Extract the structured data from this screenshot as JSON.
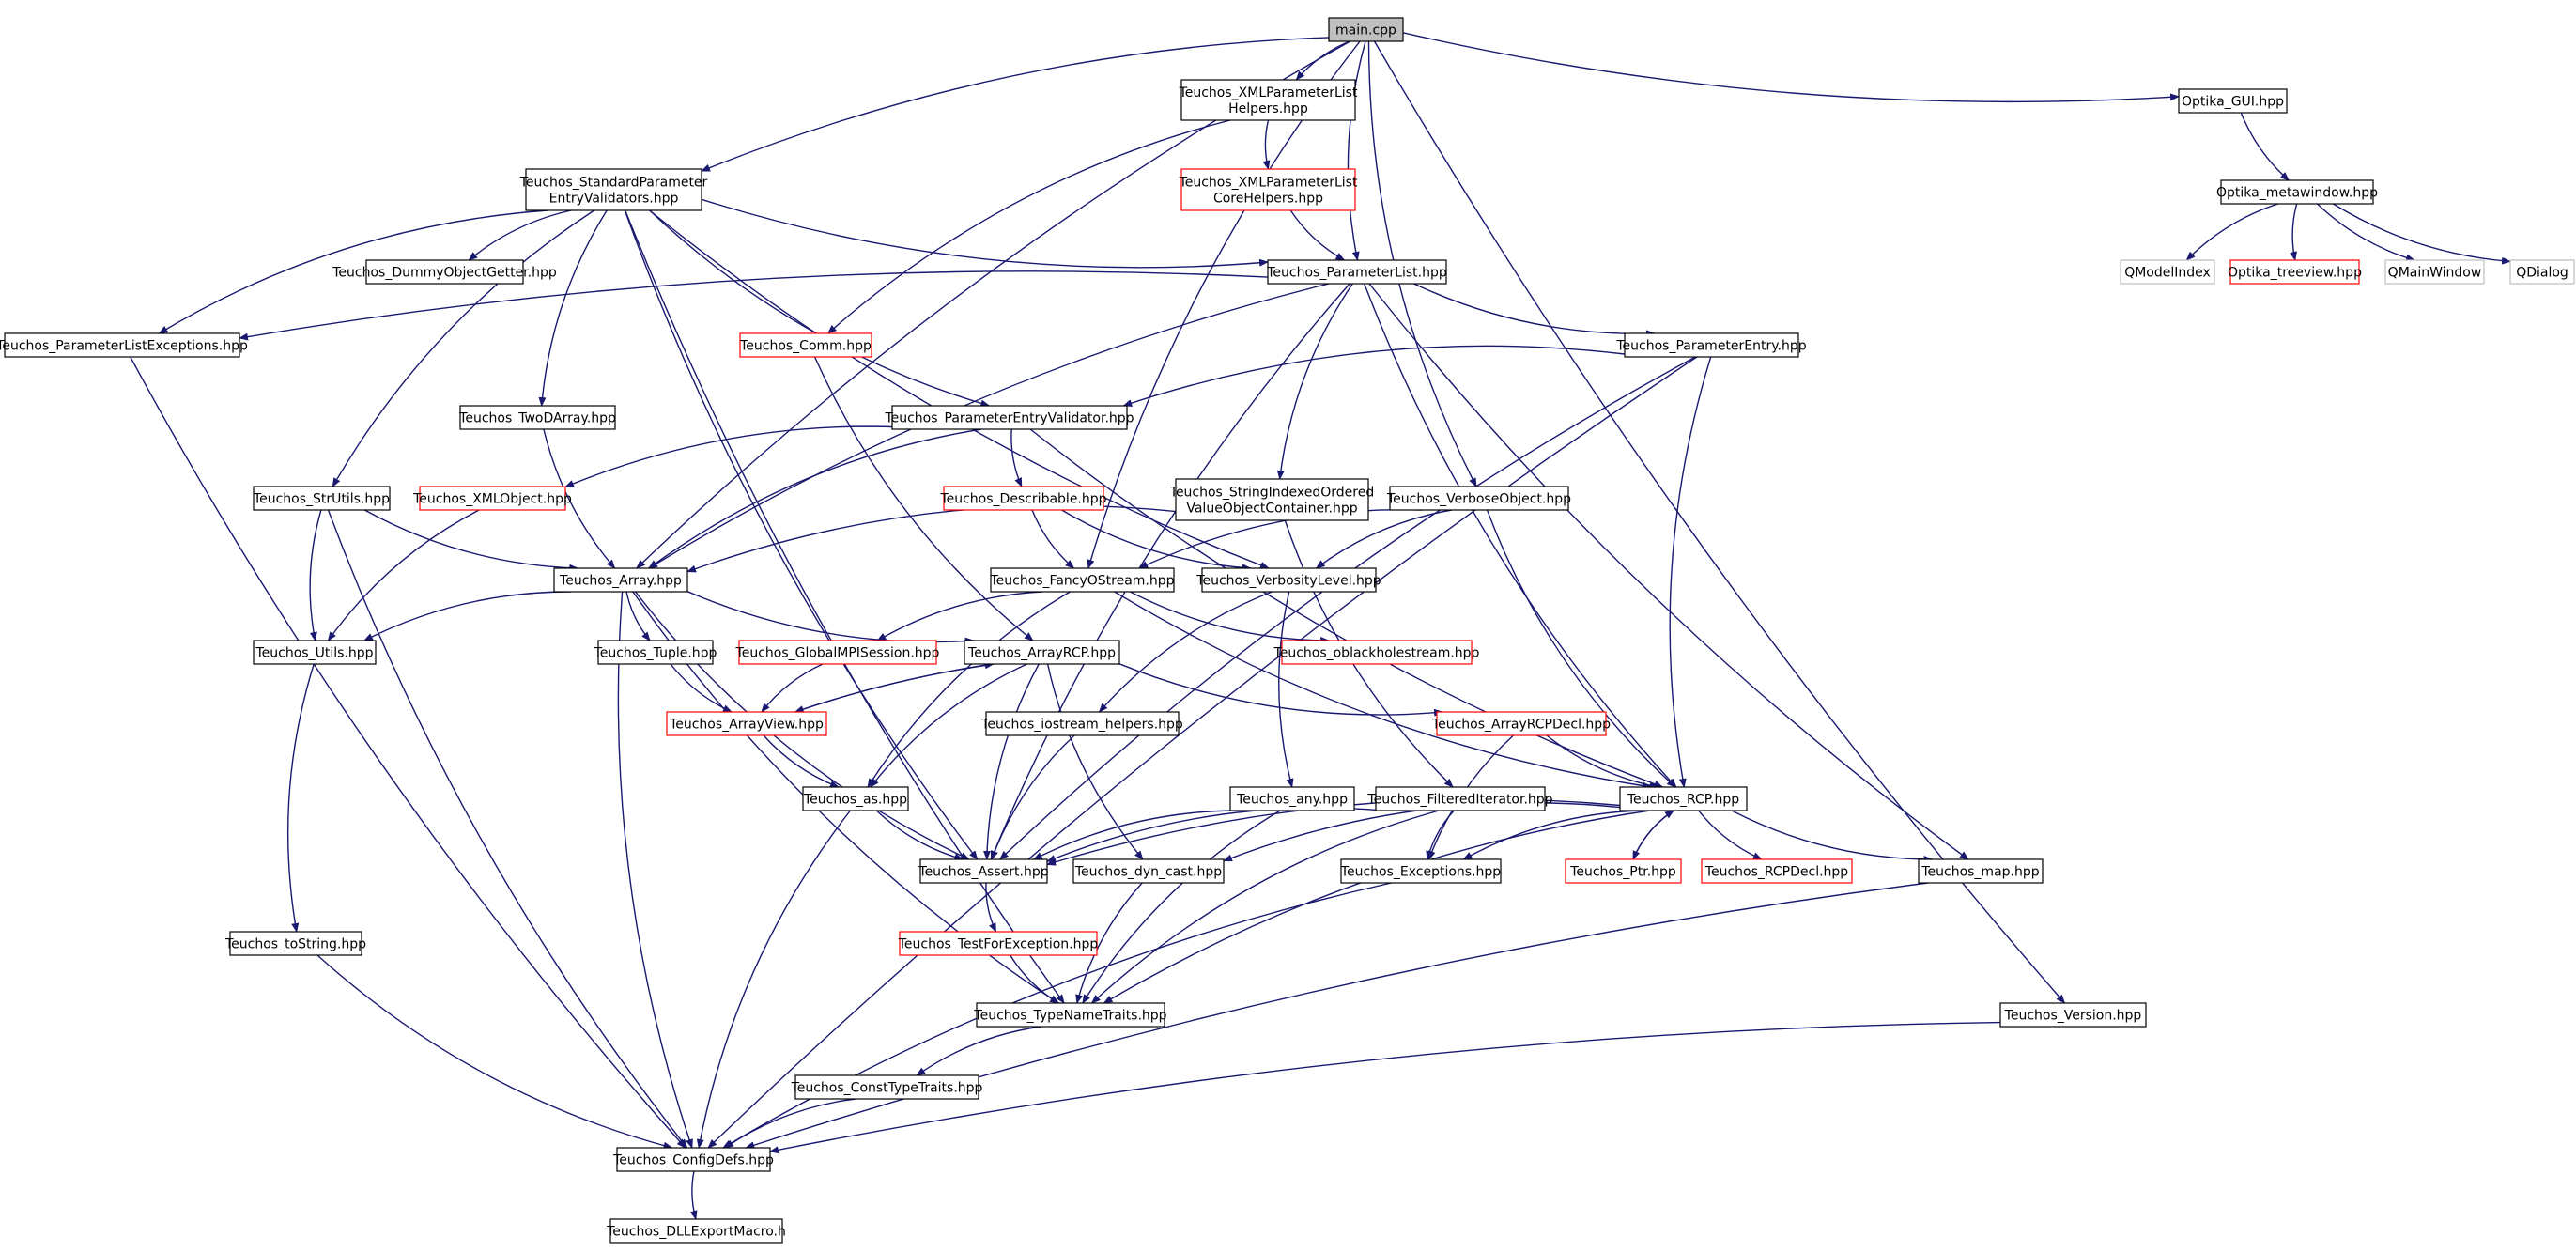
{
  "colors": {
    "edge": "#191970",
    "node_border_default": "#000000",
    "node_border_incomplete": "#ff0000",
    "node_border_external": "#bfbfbf",
    "root_fill": "#bfbfbf",
    "node_fill": "#ffffff"
  },
  "nodes": [
    {
      "id": "main",
      "lines": [
        "main.cpp"
      ],
      "style": "root"
    },
    {
      "id": "xmlhelpers",
      "lines": [
        "Teuchos_XMLParameterList",
        "Helpers.hpp"
      ],
      "style": "normal"
    },
    {
      "id": "optgui",
      "lines": [
        "Optika_GUI.hpp"
      ],
      "style": "normal"
    },
    {
      "id": "sepv",
      "lines": [
        "Teuchos_StandardParameter",
        "EntryValidators.hpp"
      ],
      "style": "normal"
    },
    {
      "id": "xmlcore",
      "lines": [
        "Teuchos_XMLParameterList",
        "CoreHelpers.hpp"
      ],
      "style": "incomplete"
    },
    {
      "id": "optmeta",
      "lines": [
        "Optika_metawindow.hpp"
      ],
      "style": "normal"
    },
    {
      "id": "dummy",
      "lines": [
        "Teuchos_DummyObjectGetter.hpp"
      ],
      "style": "normal"
    },
    {
      "id": "plist",
      "lines": [
        "Teuchos_ParameterList.hpp"
      ],
      "style": "normal"
    },
    {
      "id": "qmodel",
      "lines": [
        "QModelIndex"
      ],
      "style": "external"
    },
    {
      "id": "opttree",
      "lines": [
        "Optika_treeview.hpp"
      ],
      "style": "incomplete"
    },
    {
      "id": "qmain",
      "lines": [
        "QMainWindow"
      ],
      "style": "external"
    },
    {
      "id": "qdialog",
      "lines": [
        "QDialog"
      ],
      "style": "external"
    },
    {
      "id": "plexc",
      "lines": [
        "Teuchos_ParameterListExceptions.hpp"
      ],
      "style": "normal"
    },
    {
      "id": "comm",
      "lines": [
        "Teuchos_Comm.hpp"
      ],
      "style": "incomplete"
    },
    {
      "id": "pentry",
      "lines": [
        "Teuchos_ParameterEntry.hpp"
      ],
      "style": "normal"
    },
    {
      "id": "twod",
      "lines": [
        "Teuchos_TwoDArray.hpp"
      ],
      "style": "normal"
    },
    {
      "id": "pev",
      "lines": [
        "Teuchos_ParameterEntryValidator.hpp"
      ],
      "style": "normal"
    },
    {
      "id": "strutils",
      "lines": [
        "Teuchos_StrUtils.hpp"
      ],
      "style": "normal"
    },
    {
      "id": "xmlobj",
      "lines": [
        "Teuchos_XMLObject.hpp"
      ],
      "style": "incomplete"
    },
    {
      "id": "describ",
      "lines": [
        "Teuchos_Describable.hpp"
      ],
      "style": "incomplete"
    },
    {
      "id": "sioc",
      "lines": [
        "Teuchos_StringIndexedOrdered",
        "ValueObjectContainer.hpp"
      ],
      "style": "normal"
    },
    {
      "id": "verbobj",
      "lines": [
        "Teuchos_VerboseObject.hpp"
      ],
      "style": "normal"
    },
    {
      "id": "array",
      "lines": [
        "Teuchos_Array.hpp"
      ],
      "style": "normal"
    },
    {
      "id": "fancy",
      "lines": [
        "Teuchos_FancyOStream.hpp"
      ],
      "style": "normal"
    },
    {
      "id": "verblvl",
      "lines": [
        "Teuchos_VerbosityLevel.hpp"
      ],
      "style": "normal"
    },
    {
      "id": "utils",
      "lines": [
        "Teuchos_Utils.hpp"
      ],
      "style": "normal"
    },
    {
      "id": "tuple",
      "lines": [
        "Teuchos_Tuple.hpp"
      ],
      "style": "normal"
    },
    {
      "id": "gmpi",
      "lines": [
        "Teuchos_GlobalMPISession.hpp"
      ],
      "style": "incomplete"
    },
    {
      "id": "arcp",
      "lines": [
        "Teuchos_ArrayRCP.hpp"
      ],
      "style": "normal"
    },
    {
      "id": "oblack",
      "lines": [
        "Teuchos_oblackholestream.hpp"
      ],
      "style": "incomplete"
    },
    {
      "id": "aview",
      "lines": [
        "Teuchos_ArrayView.hpp"
      ],
      "style": "incomplete"
    },
    {
      "id": "iohelp",
      "lines": [
        "Teuchos_iostream_helpers.hpp"
      ],
      "style": "normal"
    },
    {
      "id": "arcpdecl",
      "lines": [
        "Teuchos_ArrayRCPDecl.hpp"
      ],
      "style": "incomplete"
    },
    {
      "id": "as",
      "lines": [
        "Teuchos_as.hpp"
      ],
      "style": "normal"
    },
    {
      "id": "any",
      "lines": [
        "Teuchos_any.hpp"
      ],
      "style": "normal"
    },
    {
      "id": "filt",
      "lines": [
        "Teuchos_FilteredIterator.hpp"
      ],
      "style": "normal"
    },
    {
      "id": "rcp",
      "lines": [
        "Teuchos_RCP.hpp"
      ],
      "style": "normal"
    },
    {
      "id": "assert",
      "lines": [
        "Teuchos_Assert.hpp"
      ],
      "style": "normal"
    },
    {
      "id": "dyncast",
      "lines": [
        "Teuchos_dyn_cast.hpp"
      ],
      "style": "normal"
    },
    {
      "id": "excs",
      "lines": [
        "Teuchos_Exceptions.hpp"
      ],
      "style": "normal"
    },
    {
      "id": "ptr",
      "lines": [
        "Teuchos_Ptr.hpp"
      ],
      "style": "incomplete"
    },
    {
      "id": "rcpdecl",
      "lines": [
        "Teuchos_RCPDecl.hpp"
      ],
      "style": "incomplete"
    },
    {
      "id": "map",
      "lines": [
        "Teuchos_map.hpp"
      ],
      "style": "normal"
    },
    {
      "id": "tostr",
      "lines": [
        "Teuchos_toString.hpp"
      ],
      "style": "normal"
    },
    {
      "id": "tfe",
      "lines": [
        "Teuchos_TestForException.hpp"
      ],
      "style": "incomplete"
    },
    {
      "id": "tnt",
      "lines": [
        "Teuchos_TypeNameTraits.hpp"
      ],
      "style": "normal"
    },
    {
      "id": "version",
      "lines": [
        "Teuchos_Version.hpp"
      ],
      "style": "normal"
    },
    {
      "id": "ctt",
      "lines": [
        "Teuchos_ConstTypeTraits.hpp"
      ],
      "style": "normal"
    },
    {
      "id": "cdefs",
      "lines": [
        "Teuchos_ConfigDefs.hpp"
      ],
      "style": "normal"
    },
    {
      "id": "dll",
      "lines": [
        "Teuchos_DLLExportMacro.h"
      ],
      "style": "normal"
    }
  ],
  "edges": [
    [
      "main",
      "xmlhelpers"
    ],
    [
      "main",
      "optgui"
    ],
    [
      "main",
      "sepv"
    ],
    [
      "main",
      "plist"
    ],
    [
      "main",
      "array"
    ],
    [
      "main",
      "fancy"
    ],
    [
      "main",
      "verbobj"
    ],
    [
      "main",
      "version"
    ],
    [
      "xmlhelpers",
      "xmlcore"
    ],
    [
      "xmlhelpers",
      "comm"
    ],
    [
      "xmlcore",
      "plist"
    ],
    [
      "optgui",
      "optmeta"
    ],
    [
      "optmeta",
      "qmodel"
    ],
    [
      "optmeta",
      "opttree"
    ],
    [
      "optmeta",
      "qmain"
    ],
    [
      "optmeta",
      "qdialog"
    ],
    [
      "sepv",
      "dummy"
    ],
    [
      "sepv",
      "plist"
    ],
    [
      "sepv",
      "plexc"
    ],
    [
      "sepv",
      "twod"
    ],
    [
      "sepv",
      "pev"
    ],
    [
      "sepv",
      "strutils"
    ],
    [
      "sepv",
      "verblvl"
    ],
    [
      "sepv",
      "assert"
    ],
    [
      "sepv",
      "tnt"
    ],
    [
      "plist",
      "plexc"
    ],
    [
      "plist",
      "pentry"
    ],
    [
      "plist",
      "array"
    ],
    [
      "plist",
      "sioc"
    ],
    [
      "plist",
      "rcp"
    ],
    [
      "plist",
      "map"
    ],
    [
      "plist",
      "assert"
    ],
    [
      "pentry",
      "pev"
    ],
    [
      "pentry",
      "rcp"
    ],
    [
      "pentry",
      "cdefs"
    ],
    [
      "pentry",
      "assert"
    ],
    [
      "pev",
      "xmlobj"
    ],
    [
      "pev",
      "describ"
    ],
    [
      "pev",
      "array"
    ],
    [
      "pev",
      "rcp"
    ],
    [
      "comm",
      "arcp"
    ],
    [
      "twod",
      "array"
    ],
    [
      "strutils",
      "array"
    ],
    [
      "strutils",
      "utils"
    ],
    [
      "strutils",
      "cdefs"
    ],
    [
      "xmlobj",
      "utils"
    ],
    [
      "describ",
      "fancy"
    ],
    [
      "describ",
      "verblvl"
    ],
    [
      "sioc",
      "array"
    ],
    [
      "sioc",
      "filt"
    ],
    [
      "verbobj",
      "fancy"
    ],
    [
      "verbobj",
      "verblvl"
    ],
    [
      "verbobj",
      "rcp"
    ],
    [
      "array",
      "utils"
    ],
    [
      "array",
      "tuple"
    ],
    [
      "array",
      "arcp"
    ],
    [
      "array",
      "assert"
    ],
    [
      "array",
      "tnt"
    ],
    [
      "array",
      "cdefs"
    ],
    [
      "fancy",
      "gmpi"
    ],
    [
      "fancy",
      "oblack"
    ],
    [
      "fancy",
      "rcp"
    ],
    [
      "fancy",
      "as"
    ],
    [
      "verblvl",
      "iohelp"
    ],
    [
      "verblvl",
      "any"
    ],
    [
      "utils",
      "tostr"
    ],
    [
      "tuple",
      "aview"
    ],
    [
      "gmpi",
      "aview"
    ],
    [
      "arcp",
      "aview"
    ],
    [
      "aview",
      "arcp"
    ],
    [
      "arcp",
      "as"
    ],
    [
      "arcp",
      "assert"
    ],
    [
      "arcp",
      "arcpdecl"
    ],
    [
      "arcp",
      "dyncast"
    ],
    [
      "aview",
      "as"
    ],
    [
      "iohelp",
      "assert"
    ],
    [
      "arcpdecl",
      "rcp"
    ],
    [
      "arcpdecl",
      "excs"
    ],
    [
      "as",
      "assert"
    ],
    [
      "as",
      "cdefs"
    ],
    [
      "any",
      "assert"
    ],
    [
      "any",
      "tnt"
    ],
    [
      "filt",
      "excs"
    ],
    [
      "filt",
      "assert"
    ],
    [
      "filt",
      "tnt"
    ],
    [
      "rcp",
      "assert"
    ],
    [
      "rcp",
      "dyncast"
    ],
    [
      "rcp",
      "excs"
    ],
    [
      "rcp",
      "ptr"
    ],
    [
      "ptr",
      "rcp"
    ],
    [
      "rcp",
      "rcpdecl"
    ],
    [
      "rcp",
      "map"
    ],
    [
      "rcp",
      "tnt"
    ],
    [
      "assert",
      "tfe"
    ],
    [
      "tfe",
      "tnt"
    ],
    [
      "dyncast",
      "tnt"
    ],
    [
      "excs",
      "cdefs"
    ],
    [
      "map",
      "cdefs"
    ],
    [
      "tostr",
      "cdefs"
    ],
    [
      "plexc",
      "cdefs"
    ],
    [
      "tnt",
      "ctt"
    ],
    [
      "ctt",
      "cdefs"
    ],
    [
      "version",
      "cdefs"
    ],
    [
      "cdefs",
      "dll"
    ]
  ]
}
